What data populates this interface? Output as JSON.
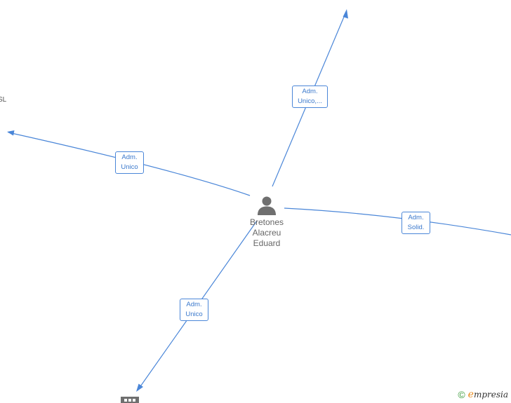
{
  "center_node": {
    "name_lines": [
      "Bretones",
      "Alacreu",
      "Eduard"
    ],
    "icon": "person-icon"
  },
  "edges": [
    {
      "id": "up",
      "label_lines": [
        "Adm.",
        "Unico,..."
      ]
    },
    {
      "id": "left",
      "label_lines": [
        "Adm.",
        "Unico"
      ]
    },
    {
      "id": "right",
      "label_lines": [
        "Adm.",
        "Solid."
      ]
    },
    {
      "id": "down",
      "label_lines": [
        "Adm.",
        "Unico"
      ]
    }
  ],
  "partial_node_text": "SL",
  "watermark": {
    "copyright": "©",
    "brand_first": "e",
    "brand_rest": "mpresia"
  },
  "colors": {
    "edge": "#4a86d8",
    "label_text": "#3a78cc",
    "node_text": "#666666",
    "icon": "#6f6f6f"
  }
}
